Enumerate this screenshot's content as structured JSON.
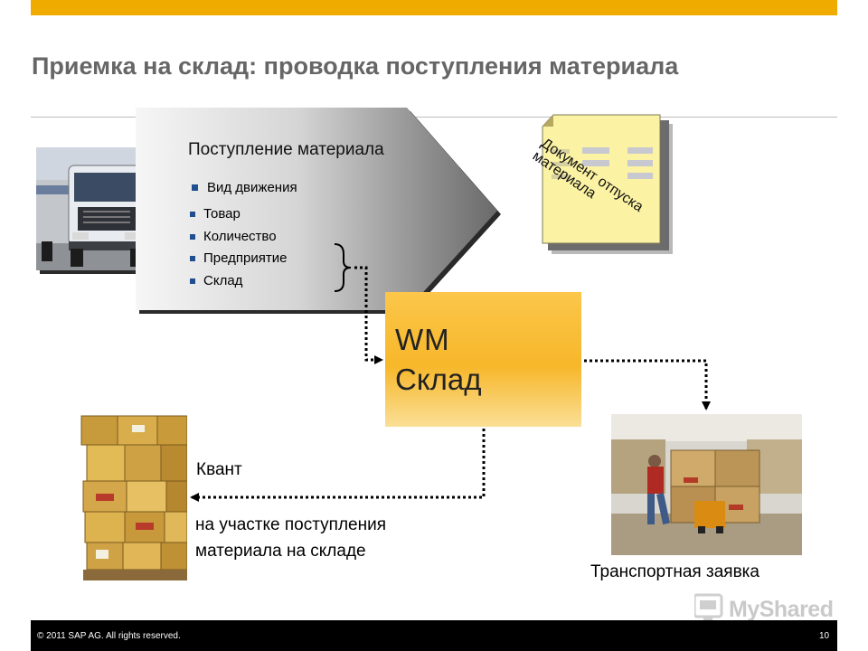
{
  "slide": {
    "title": "Приемка на склад: проводка поступления материала",
    "process": {
      "heading": "Поступление материала",
      "main_bullet": "Вид движения",
      "sub_bullets": [
        "Товар",
        "Количество",
        "Предприятие",
        "Склад"
      ]
    },
    "document": {
      "line1": "Документ отпуска",
      "line2": "материала"
    },
    "wm_box": {
      "line1": "WM",
      "line2": "Склад"
    },
    "quant": {
      "label": "Квант",
      "location_line1": "на участке поступления",
      "location_line2": "материала на складе"
    },
    "transport_label": "Транспортная заявка",
    "colors": {
      "accent": "#F0AB00",
      "bullet": "#1f4f8f",
      "title": "#666666"
    }
  },
  "watermark": {
    "text": "MyShared"
  },
  "footer": {
    "copyright": "© 2011 SAP AG. All rights reserved.",
    "page": "10"
  }
}
